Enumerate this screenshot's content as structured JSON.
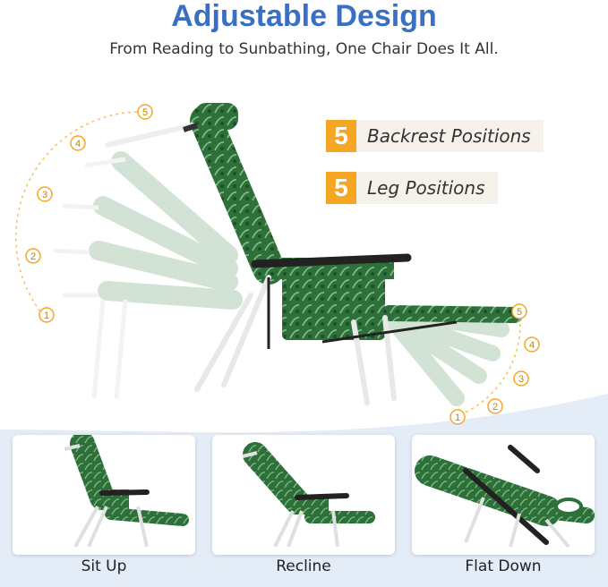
{
  "header": {
    "title": "Adjustable Design",
    "subtitle": "From Reading to Sunbathing, One Chair Does It All."
  },
  "badges": [
    {
      "number": "5",
      "label": "Backrest Positions"
    },
    {
      "number": "5",
      "label": "Leg Positions"
    }
  ],
  "backrest_positions": [
    "1",
    "2",
    "3",
    "4",
    "5"
  ],
  "leg_positions": [
    "1",
    "2",
    "3",
    "4",
    "5"
  ],
  "cards": [
    {
      "label": "Sit Up"
    },
    {
      "label": "Recline"
    },
    {
      "label": "Flat Down"
    }
  ],
  "colors": {
    "title": "#3b6fc4",
    "accent": "#f5a623",
    "fabric": "#2f6f3a",
    "frame": "#e8e8e8",
    "band": "#e4ecf7"
  }
}
